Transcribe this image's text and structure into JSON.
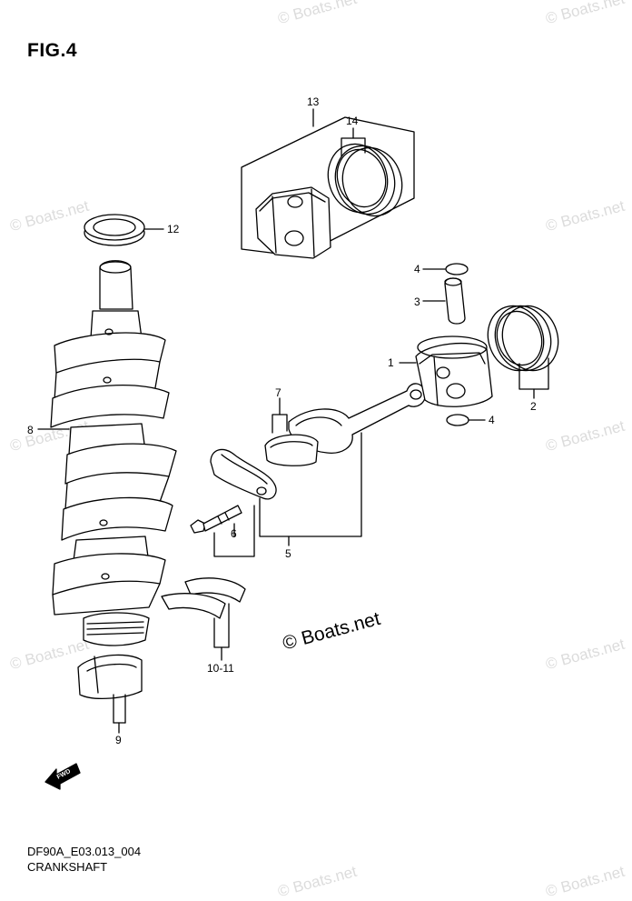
{
  "figure": {
    "title": "FIG.4",
    "diagram_code": "DF90A_E03.013_004",
    "diagram_name": "CRANKSHAFT",
    "copyright": "© Boats.net",
    "watermark": "© Boats.net",
    "fwd_label": "FWD"
  },
  "callouts": {
    "c1": "1",
    "c2": "2",
    "c3": "3",
    "c4a": "4",
    "c4b": "4",
    "c5": "5",
    "c6": "6",
    "c7": "7",
    "c8": "8",
    "c9": "9",
    "c1011": "10-11",
    "c12": "12",
    "c13": "13",
    "c14": "14"
  }
}
